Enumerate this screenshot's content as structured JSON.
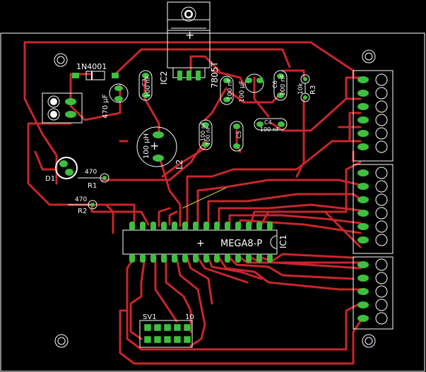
{
  "board": {
    "colors": {
      "background": "#000000",
      "outline": "#ffffff",
      "trace": "#c8262c",
      "trace_dark": "#8a1a1e",
      "pad": "#3fbf3f",
      "silk": "#ffffff",
      "air_wire": "#d6d23a"
    }
  },
  "labels": {
    "diode_1n4001": "1N4001",
    "ic2": "IC2",
    "reg_7805": "7805T",
    "cap_470uf": "470 µF",
    "cap_100nf_a": "100 nF",
    "cap_100nf_b": "100 nF",
    "cap_100nf_c": "100 nF",
    "cap_100nf_d": "100 nF",
    "cap_100uf_a": "100 µF",
    "cap_100uf_big": "100 µH",
    "c3": "C3",
    "c4": "C4",
    "c5": "C5",
    "c6": "C6",
    "r3_val": "10k",
    "r3": "R3",
    "l2": "L2",
    "d1": "D1",
    "r1_val": "470",
    "r1": "R1",
    "r2_val": "470",
    "r2": "R2",
    "mcu": "MEGA8-P",
    "ic1": "IC1",
    "sv1": "SV1",
    "sv1_pin": "10",
    "c_label_a": "100 nF",
    "c_label_b": "100 nF"
  }
}
